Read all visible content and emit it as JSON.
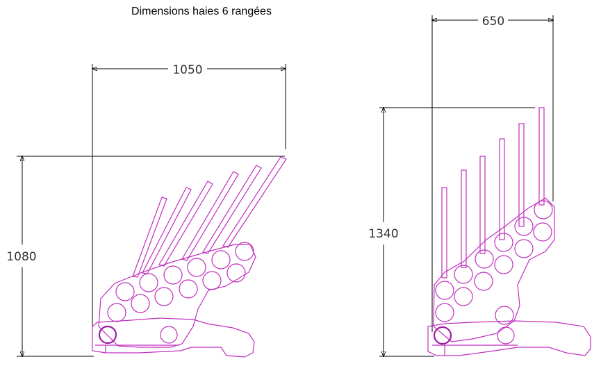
{
  "title": "Dimensions haies 6 rangées",
  "left_view": {
    "width_label": "1050",
    "height_label": "1080"
  },
  "right_view": {
    "width_label": "650",
    "height_label": "1340"
  },
  "colors": {
    "outline": "#c12dbf",
    "dimension": "#000000"
  }
}
